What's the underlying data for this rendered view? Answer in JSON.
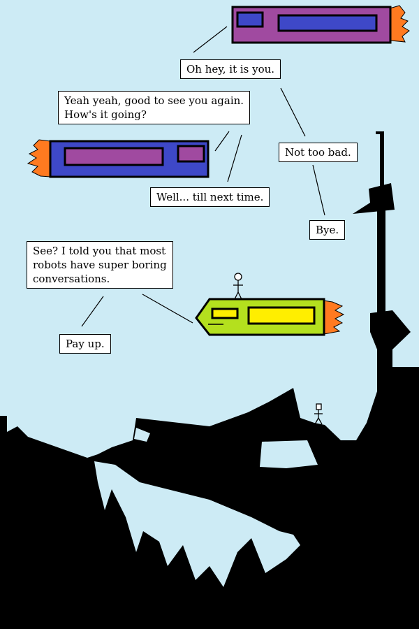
{
  "colors": {
    "sky": "#cdebf5",
    "silhouette": "#000000",
    "ship_purple_body": "#a04aa0",
    "ship_blue_body": "#3e48c8",
    "ship_green_body": "#b4e01e",
    "window_yellow": "#ffee00",
    "flame_orange": "#ff7a20"
  },
  "dialogue": {
    "line1": "Oh hey, it is you.",
    "line2": "Yeah  yeah,  good to see you again.\nHow's it going?",
    "line3": "Not too bad.",
    "line4": "Well... till next time.",
    "line5": "Bye.",
    "line6": "See? I told you that most\nrobots have super boring\nconversations.",
    "line7": "Pay up."
  }
}
